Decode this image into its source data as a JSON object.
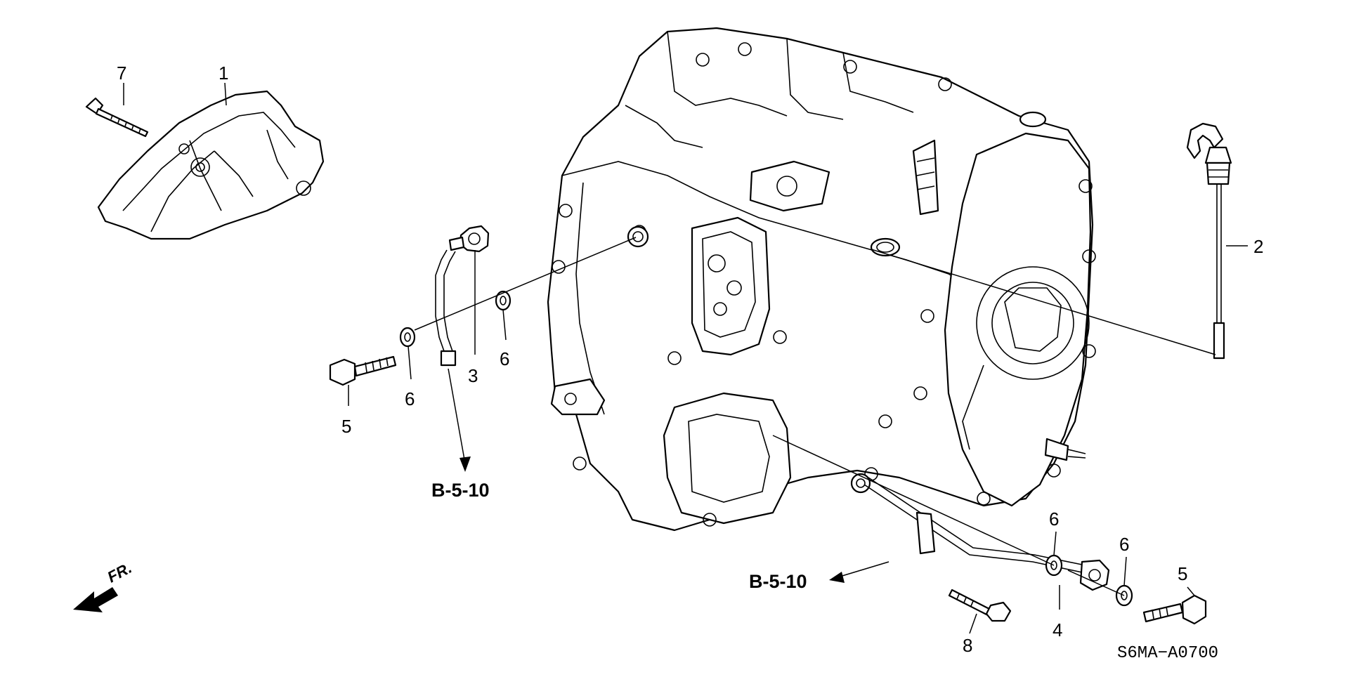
{
  "diagram": {
    "callouts": {
      "c1": "1",
      "c2": "2",
      "c3": "3",
      "c4": "4",
      "c5a": "5",
      "c5b": "5",
      "c6a": "6",
      "c6b": "6",
      "c6c": "6",
      "c6d": "6",
      "c7": "7",
      "c8": "8"
    },
    "references": {
      "upper": "B-5-10",
      "lower": "B-5-10"
    },
    "direction_label": "FR.",
    "diagram_code": "S6MA−A0700"
  }
}
